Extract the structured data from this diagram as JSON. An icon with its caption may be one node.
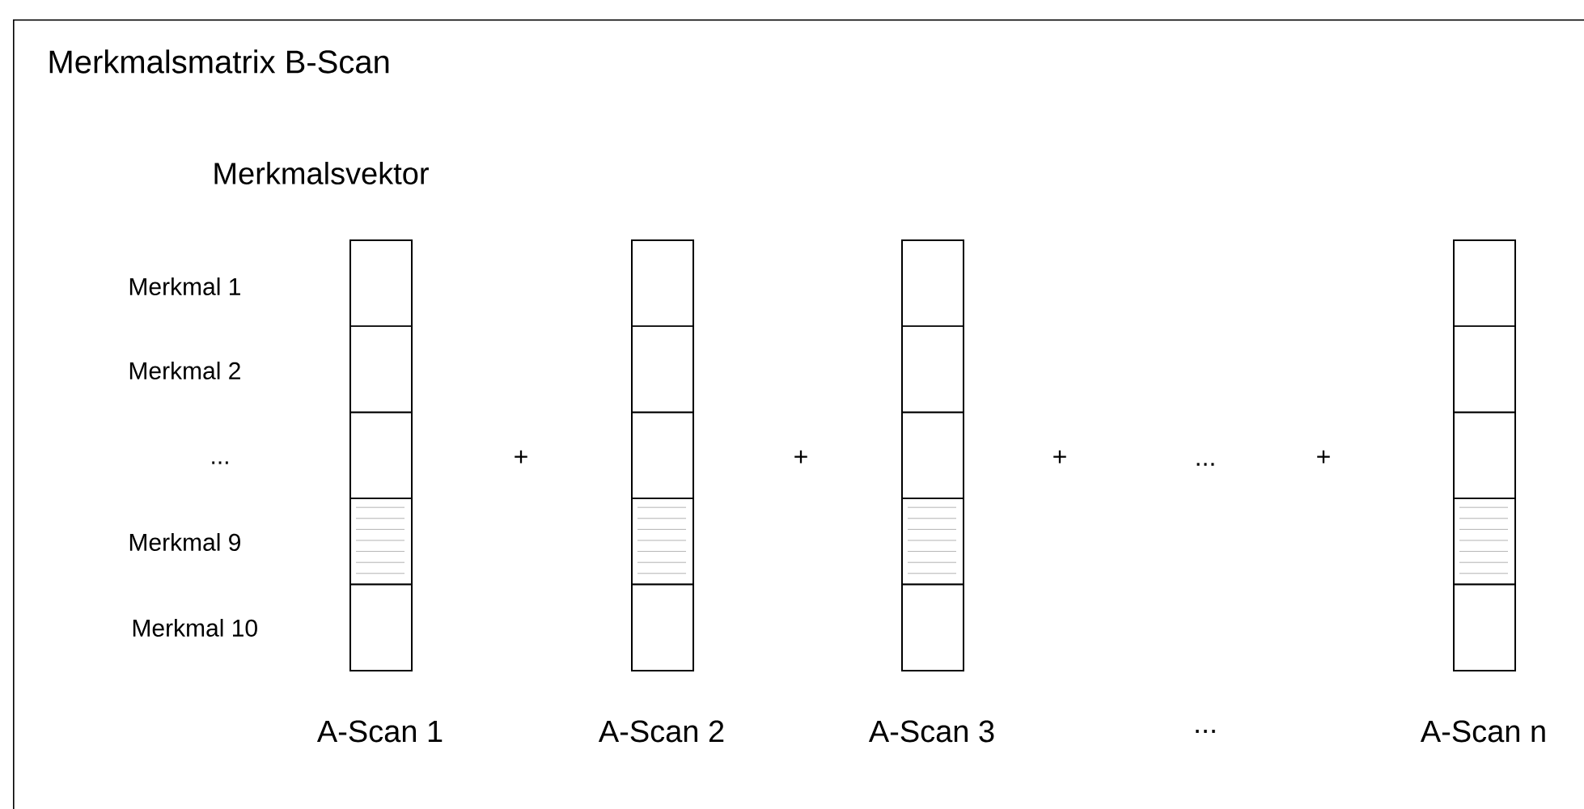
{
  "diagram": {
    "nodes": [
      {
        "text": [
          "Merkmalsmatrix B-Scan"
        ]
      },
      {
        "text": [],
        "shape": "bar",
        "in": 0,
        "beside": [
          "A-Scan 1"
        ]
      },
      {
        "text": [],
        "shape": "box",
        "in": 1
      },
      {
        "text": [],
        "shape": "box",
        "in": 1
      },
      {
        "text": [],
        "shape": "box",
        "in": 1
      },
      {
        "text": [],
        "shape": "box",
        "in": 1
      },
      {
        "text": [],
        "shape": "box",
        "in": 1
      },
      {
        "text": [],
        "shape": "bar",
        "in": 0,
        "beside": [
          "A-Scan 2"
        ]
      },
      {
        "text": [],
        "shape": "box",
        "in": 7
      },
      {
        "text": [],
        "shape": "box",
        "in": 7
      },
      {
        "text": [],
        "shape": "box",
        "in": 7
      },
      {
        "text": [],
        "shape": "box",
        "in": 7
      },
      {
        "text": [],
        "shape": "box",
        "in": 7
      },
      {
        "text": [],
        "shape": "bar",
        "in": 0,
        "beside": [
          "A-Scan 3"
        ]
      },
      {
        "text": [],
        "shape": "box",
        "in": 13
      },
      {
        "text": [],
        "shape": "box",
        "in": 13
      },
      {
        "text": [],
        "shape": "box",
        "in": 13
      },
      {
        "text": [],
        "shape": "box",
        "in": 13
      },
      {
        "text": [],
        "shape": "box",
        "in": 13
      },
      {
        "text": [],
        "shape": "bar",
        "in": 0,
        "beside": [
          "A-Scan n"
        ]
      },
      {
        "text": [],
        "shape": "box",
        "in": 19
      },
      {
        "text": [],
        "shape": "box",
        "in": 19
      },
      {
        "text": [],
        "shape": "box",
        "in": 19
      },
      {
        "text": [],
        "shape": "box",
        "in": 19
      },
      {
        "text": [],
        "shape": "box",
        "in": 19
      }
    ],
    "labels": [
      "Merkmalsvektor",
      "Merkmal 1",
      "Merkmal 2",
      "...",
      "+",
      "+",
      "+",
      "...",
      "+",
      "Merkmal 9",
      "Merkmal 10",
      "..."
    ]
  }
}
